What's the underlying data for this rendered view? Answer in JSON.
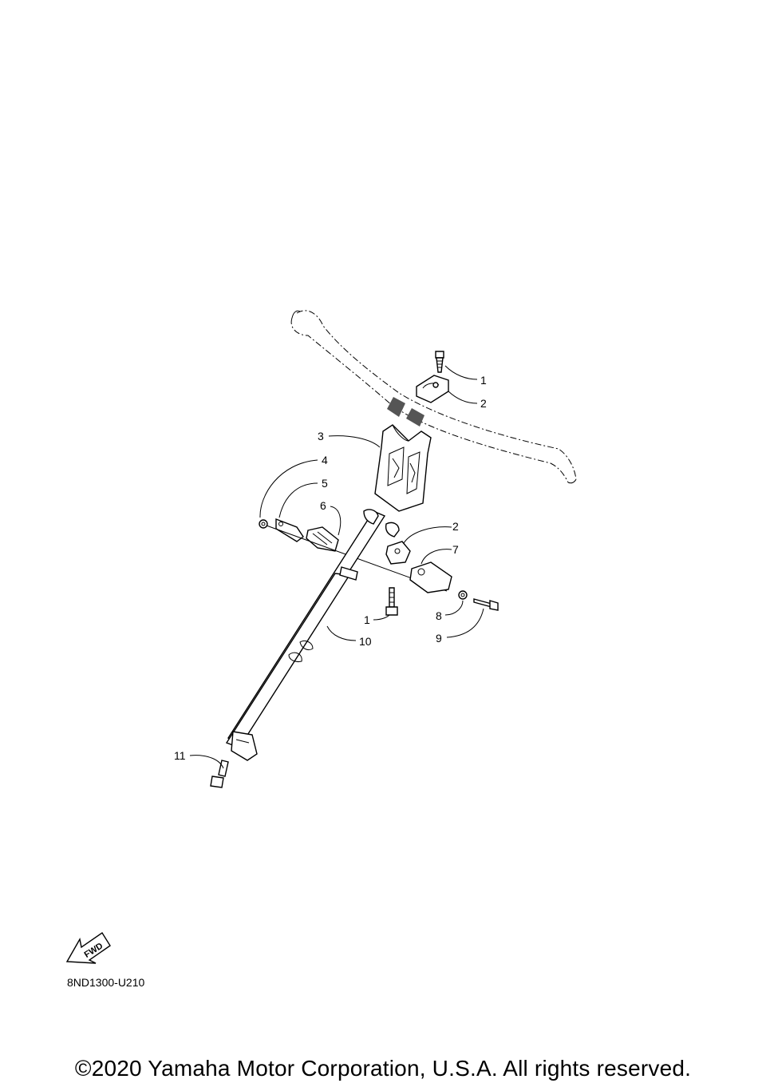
{
  "callouts": [
    {
      "label": "1"
    },
    {
      "label": "2"
    },
    {
      "label": "3"
    },
    {
      "label": "4"
    },
    {
      "label": "5"
    },
    {
      "label": "6"
    },
    {
      "label": "2"
    },
    {
      "label": "7"
    },
    {
      "label": "1"
    },
    {
      "label": "8"
    },
    {
      "label": "9"
    },
    {
      "label": "10"
    },
    {
      "label": "11"
    }
  ],
  "fwd_label": "FWD",
  "diagram_code": "8ND1300-U210",
  "copyright": "©2020 Yamaha Motor Corporation, U.S.A. All rights reserved."
}
